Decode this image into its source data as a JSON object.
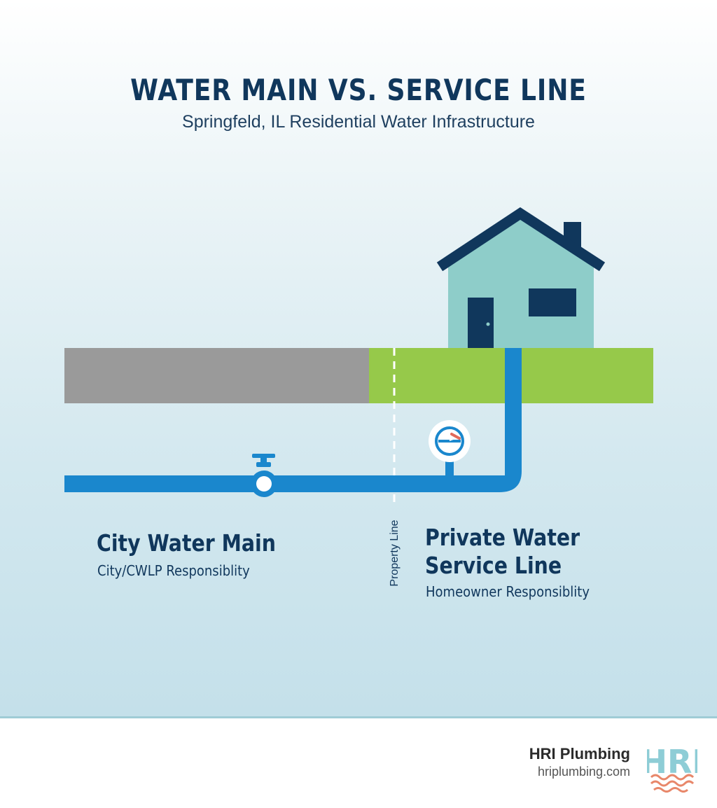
{
  "title": "WATER MAIN VS. SERVICE LINE",
  "subtitle": "Springfeld, IL Residential Water Infrastructure",
  "city_main": {
    "label": "City Water Main",
    "sublabel": "City/CWLP Responsiblity"
  },
  "private_line": {
    "label_line1": "Private Water",
    "label_line2": "Service Line",
    "sublabel": "Homeowner Responsiblity"
  },
  "property_line_label": "Property Line",
  "brand": {
    "name": "HRI Plumbing",
    "url": "hriplumbing.com",
    "logo_text": "HRI"
  },
  "colors": {
    "title": "#10375c",
    "pipe": "#1a87cd",
    "street": "#9a9a9a",
    "lawn": "#96c94a",
    "house": "#8ecdc9",
    "house_trim": "#10375c",
    "logo": "#8ecdd6",
    "logo_waves": "#e8876a"
  }
}
